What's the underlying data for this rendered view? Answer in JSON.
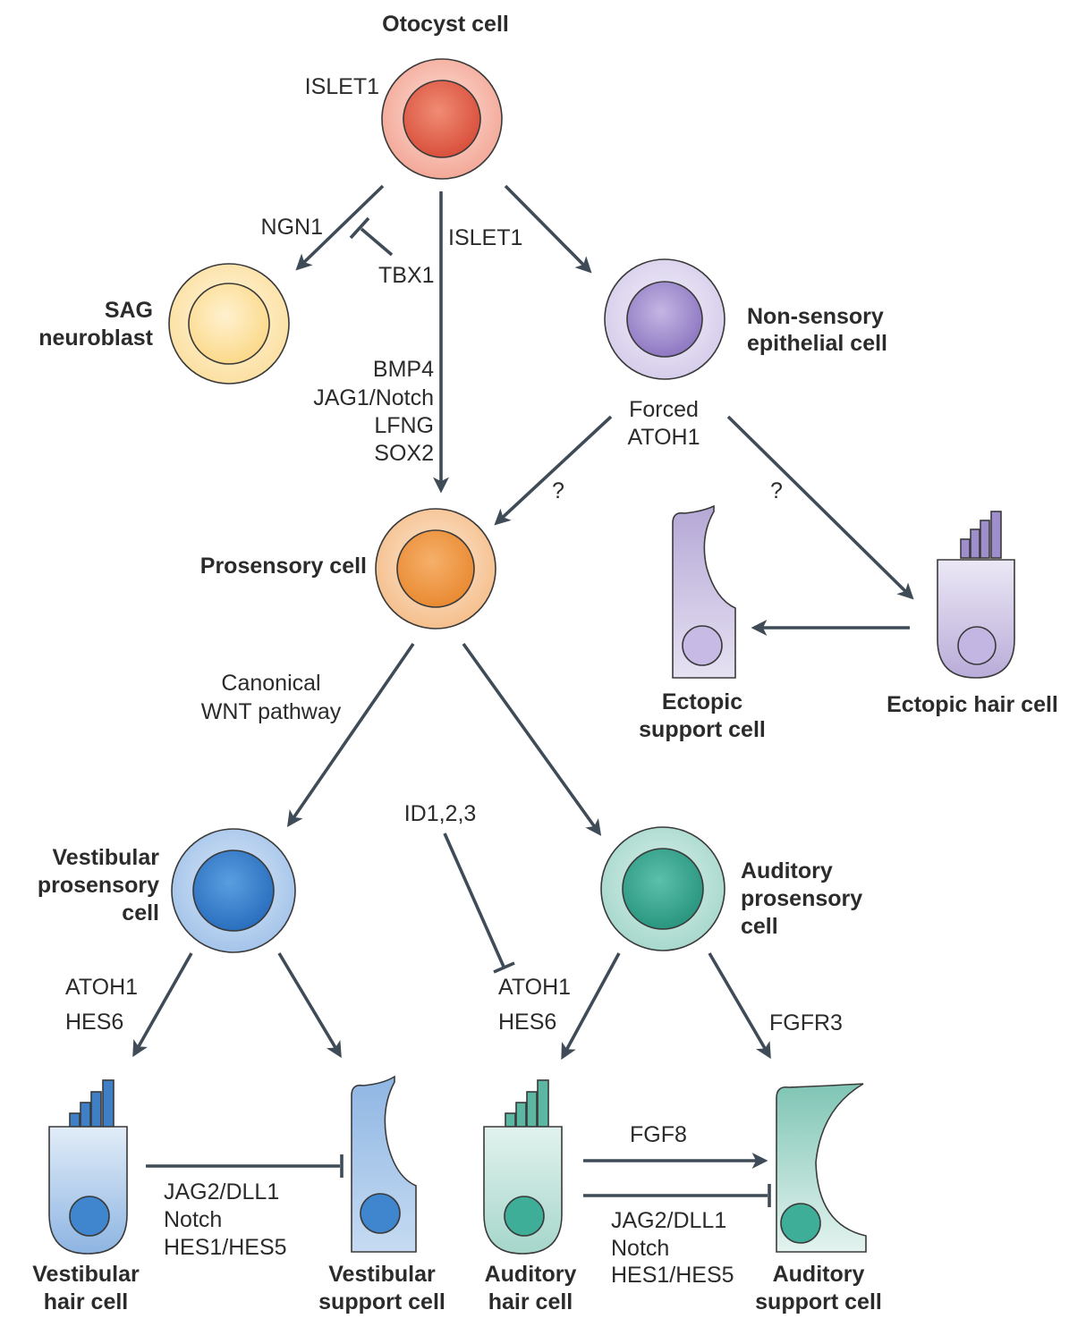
{
  "cells": {
    "otocyst": "Otocyst cell",
    "sag_line1": "SAG",
    "sag_line2": "neuroblast",
    "nonsensory_line1": "Non-sensory",
    "nonsensory_line2": "epithelial cell",
    "prosensory": "Prosensory cell",
    "ectopic_support_line1": "Ectopic",
    "ectopic_support_line2": "support cell",
    "ectopic_hair": "Ectopic hair cell",
    "vestibular_prosensory_line1": "Vestibular",
    "vestibular_prosensory_line2": "prosensory",
    "vestibular_prosensory_line3": "cell",
    "auditory_prosensory_line1": "Auditory",
    "auditory_prosensory_line2": "prosensory",
    "auditory_prosensory_line3": "cell",
    "vestibular_hair_line1": "Vestibular",
    "vestibular_hair_line2": "hair cell",
    "vestibular_support_line1": "Vestibular",
    "vestibular_support_line2": "support cell",
    "auditory_hair_line1": "Auditory",
    "auditory_hair_line2": "hair cell",
    "auditory_support_line1": "Auditory",
    "auditory_support_line2": "support cell"
  },
  "factors": {
    "islet1_top": "ISLET1",
    "ngn1": "NGN1",
    "tbx1": "TBX1",
    "islet1_arrow": "ISLET1",
    "bmp4": "BMP4",
    "jag1_notch": "JAG1/Notch",
    "lfng": "LFNG",
    "sox2": "SOX2",
    "forced": "Forced",
    "atoh1_forced": "ATOH1",
    "question_left": "?",
    "question_right": "?",
    "canonical": "Canonical",
    "wnt": "WNT pathway",
    "id123": "ID1,2,3",
    "atoh1_vest": "ATOH1",
    "hes6_vest": "HES6",
    "atoh1_aud": "ATOH1",
    "hes6_aud": "HES6",
    "fgfr3": "FGFR3",
    "fgf8": "FGF8",
    "jag2_dll1_vest": "JAG2/DLL1",
    "notch_vest": "Notch",
    "hes15_vest": "HES1/HES5",
    "jag2_dll1_aud": "JAG2/DLL1",
    "notch_aud": "Notch",
    "hes15_aud": "HES1/HES5"
  },
  "colors": {
    "otocyst": "#e8705a",
    "sag": "#fbd98a",
    "nonsensory": "#a897d0",
    "prosensory": "#f0a04e",
    "vestibular": "#3f86cf",
    "auditory": "#3fae98",
    "arrow": "#3f4c57"
  }
}
